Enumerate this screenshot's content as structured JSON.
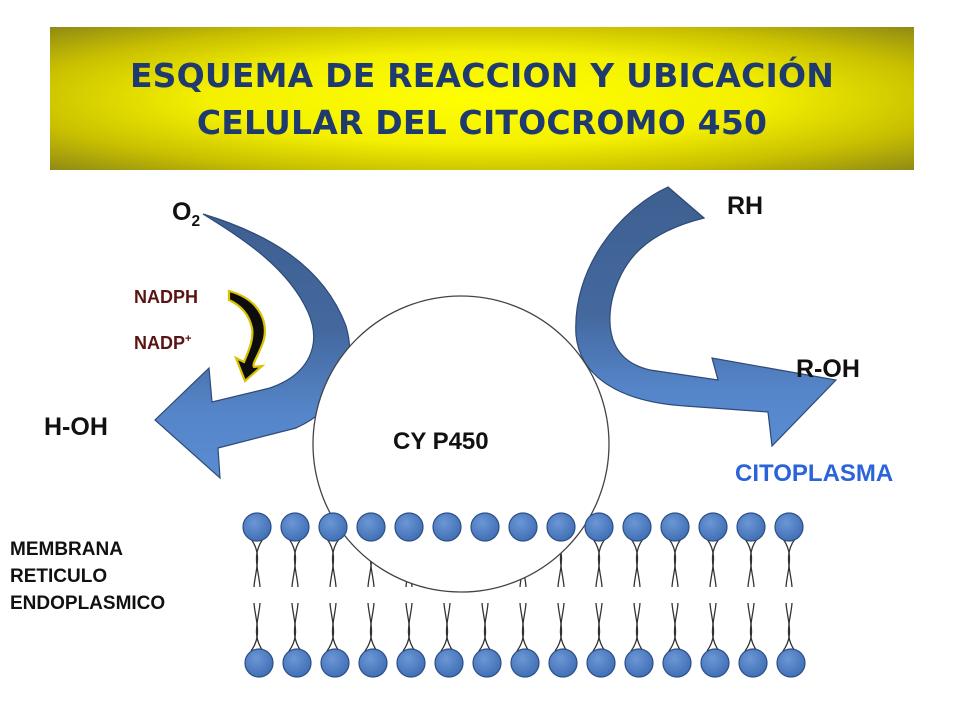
{
  "title": {
    "line1": "ESQUEMA DE REACCION  Y UBICACIÓN",
    "line2": "CELULAR DEL CITOCROMO 450"
  },
  "labels": {
    "o2_base": "O",
    "o2_sub": "2",
    "rh": "RH",
    "nadph": "NADPH",
    "nadp_base": "NADP",
    "nadp_sup": "+",
    "roh": "R-OH",
    "hoh": "H-OH",
    "enzyme": "CY P450",
    "compartment": "CITOPLASMA",
    "membrane_line1": "MEMBRANA",
    "membrane_line2": "RETICULO",
    "membrane_line3": "ENDOPLASMICO"
  },
  "colors": {
    "arrow_dark": "#3e5f91",
    "arrow_light": "#5585c9",
    "lipid_head": "#4f7fc4",
    "cytoplasm_text": "#2b63d8",
    "nadp_text": "#5a1414",
    "title_text": "#1f3a6e",
    "title_bg": "#f4f000"
  }
}
